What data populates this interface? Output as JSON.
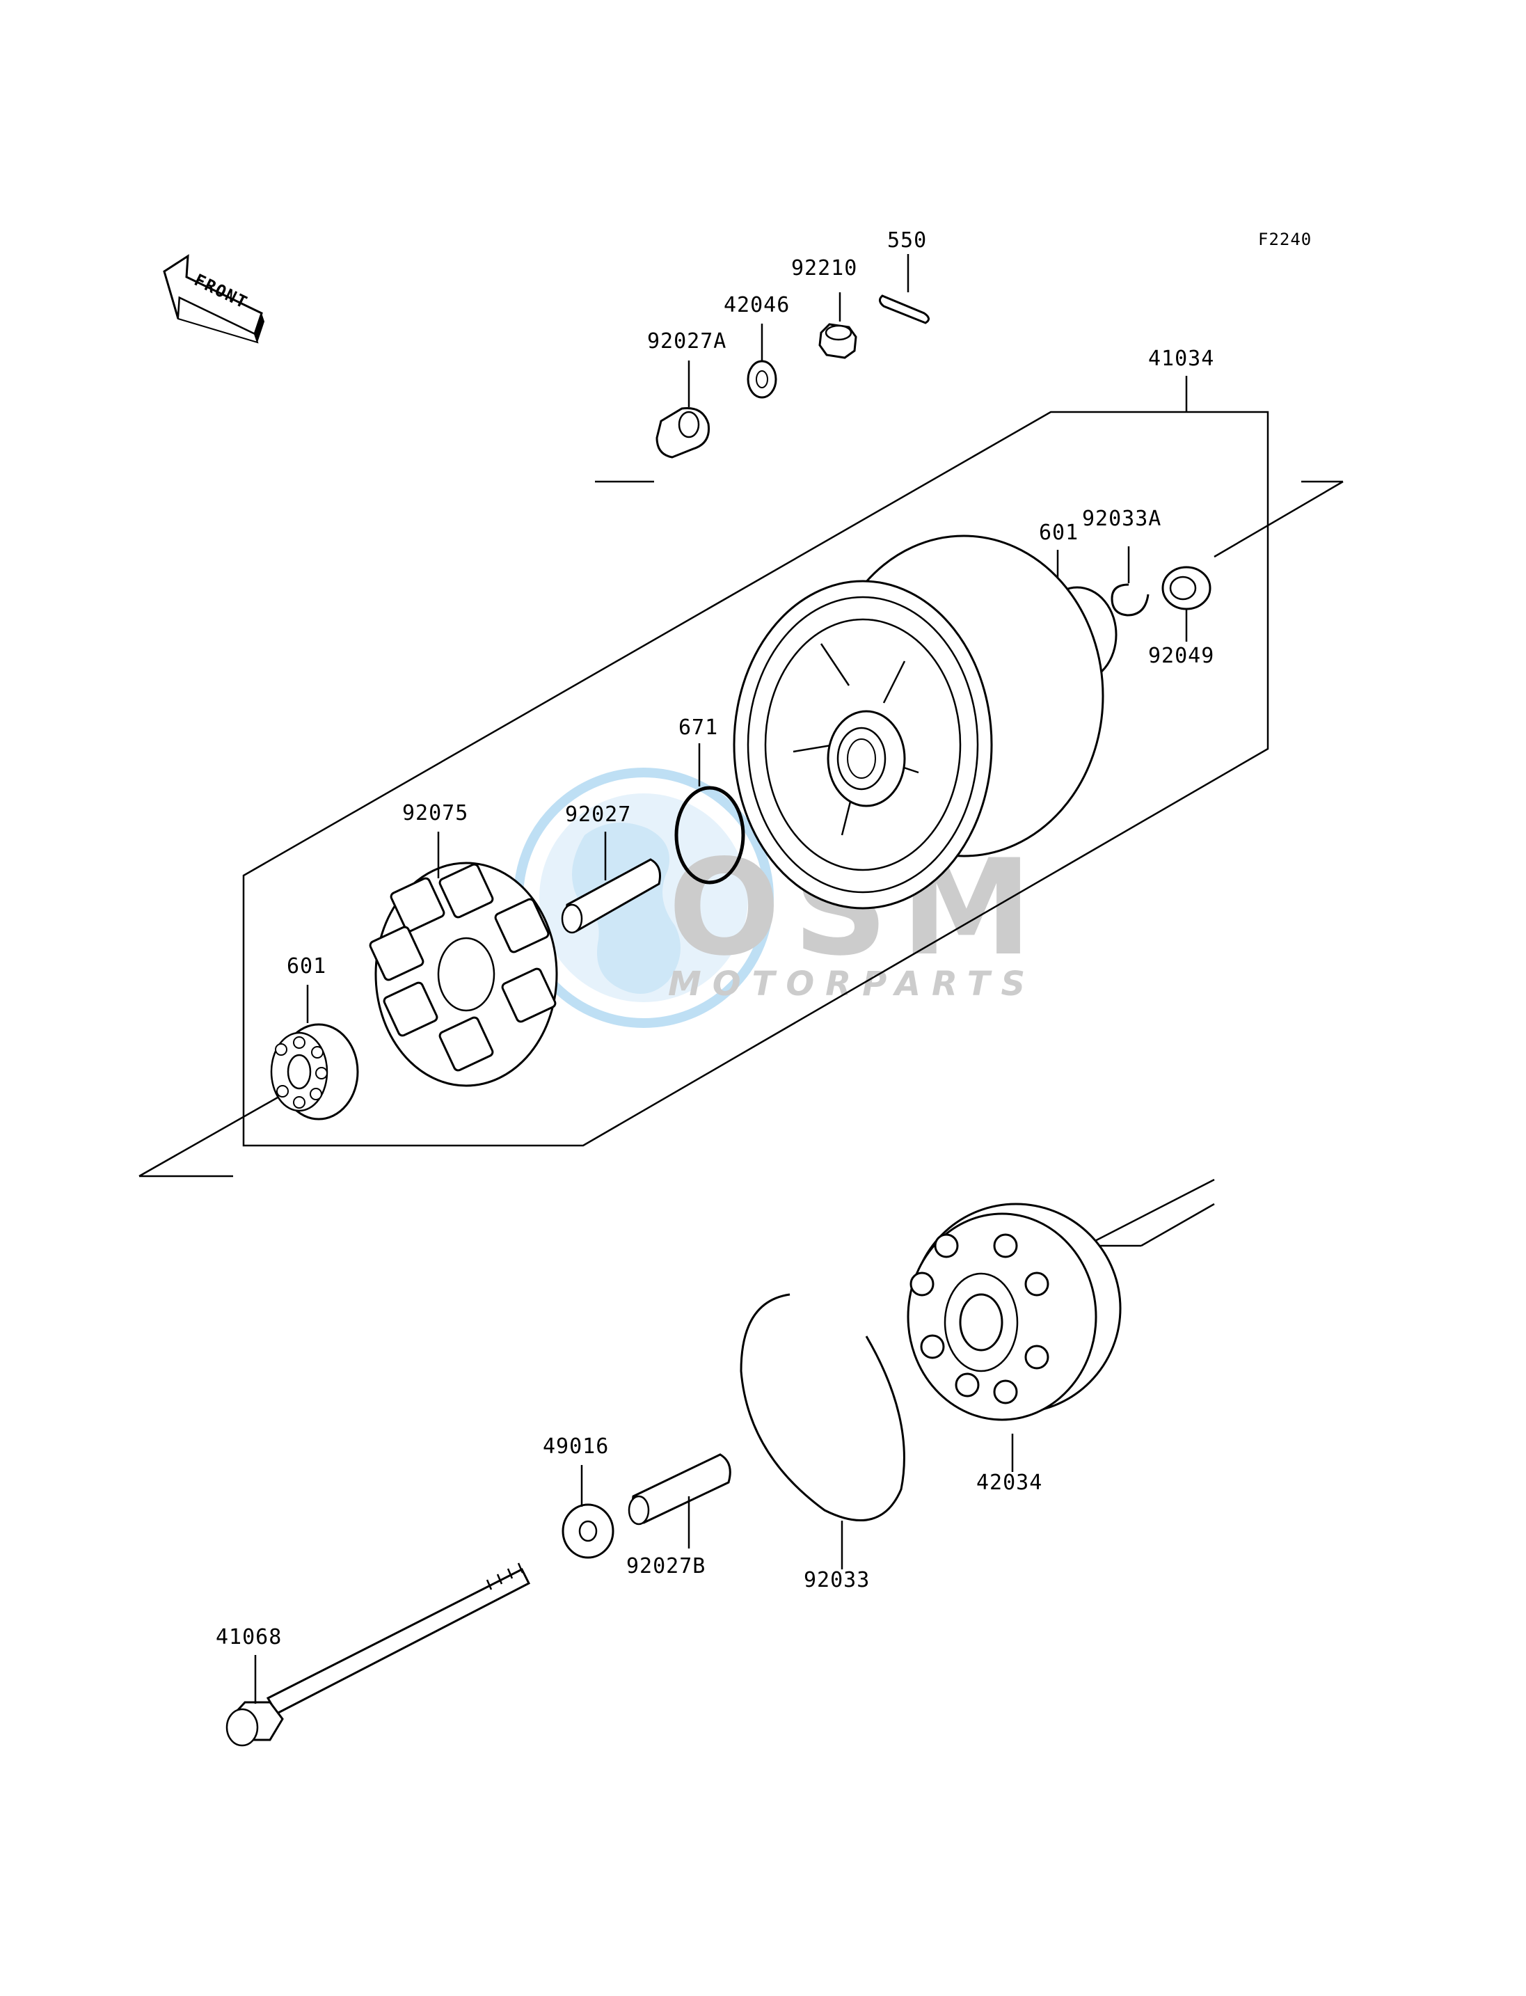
{
  "diagram": {
    "code": "F2240",
    "front_arrow": "FRONT",
    "parts": [
      {
        "id": "p-550",
        "number": "550"
      },
      {
        "id": "p-92210",
        "number": "92210"
      },
      {
        "id": "p-42046",
        "number": "42046"
      },
      {
        "id": "p-92027A",
        "number": "92027A"
      },
      {
        "id": "p-41034",
        "number": "41034"
      },
      {
        "id": "p-601-right",
        "number": "601"
      },
      {
        "id": "p-92033A",
        "number": "92033A"
      },
      {
        "id": "p-92049",
        "number": "92049"
      },
      {
        "id": "p-671",
        "number": "671"
      },
      {
        "id": "p-92027",
        "number": "92027"
      },
      {
        "id": "p-92075",
        "number": "92075"
      },
      {
        "id": "p-601-left",
        "number": "601"
      },
      {
        "id": "p-42034",
        "number": "42034"
      },
      {
        "id": "p-49016",
        "number": "49016"
      },
      {
        "id": "p-92027B",
        "number": "92027B"
      },
      {
        "id": "p-92033",
        "number": "92033"
      },
      {
        "id": "p-41068",
        "number": "41068"
      }
    ]
  },
  "watermark": {
    "brand": "OSM",
    "tagline": "MOTORPARTS",
    "color": "#2e8fd8"
  }
}
